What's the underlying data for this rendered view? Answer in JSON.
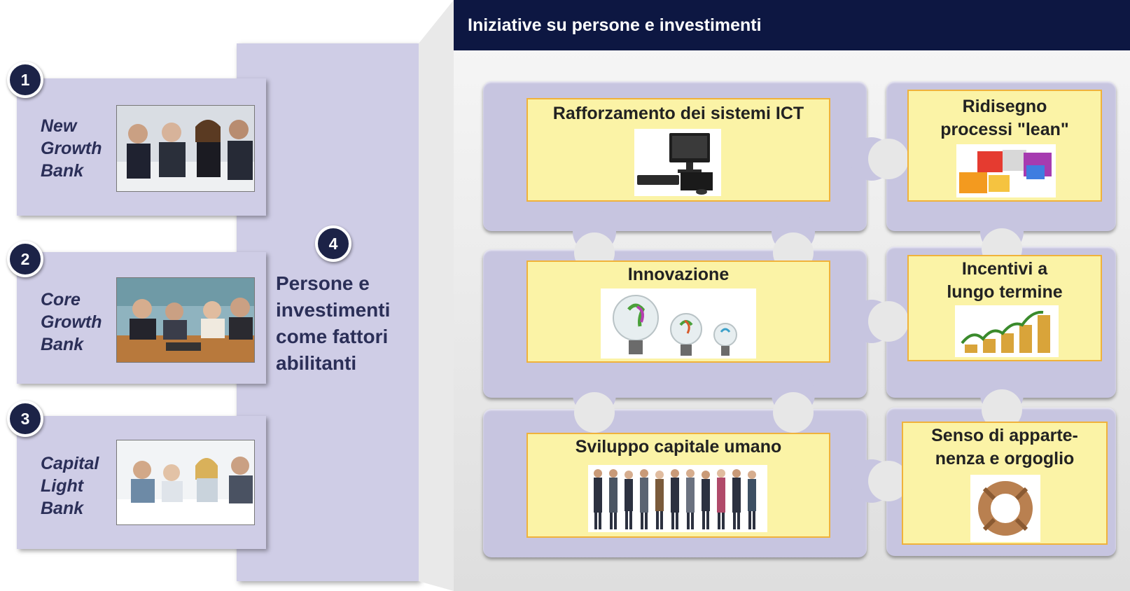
{
  "left_column": {
    "cards": [
      {
        "number": "1",
        "label": "New\nGrowth\nBank"
      },
      {
        "number": "2",
        "label": "Core\nGrowth\nBank"
      },
      {
        "number": "3",
        "label": "Capital\nLight\nBank"
      }
    ],
    "enabler": {
      "number": "4",
      "label": "Persone e\ninvestimenti\ncome fattori\nabilitanti"
    }
  },
  "panel": {
    "title": "Iniziative su persone e investimenti",
    "initiatives": [
      {
        "label": "Rafforzamento dei sistemi ICT",
        "icon": "desktop-computer-icon"
      },
      {
        "label": "Ridisegno\nprocessi \"lean\"",
        "icon": "puzzle-pieces-icon"
      },
      {
        "label": "Innovazione",
        "icon": "light-bulbs-icon"
      },
      {
        "label": "Incentivi a\nlungo termine",
        "icon": "coin-stacks-icon"
      },
      {
        "label": "Sviluppo capitale umano",
        "icon": "people-group-icon"
      },
      {
        "label": "Senso di apparte-\nnenza e orgoglio",
        "icon": "joined-hands-icon"
      }
    ]
  },
  "colors": {
    "header_navy": "#0d1742",
    "badge_navy": "#1c2347",
    "card_lavender": "#cfcde6",
    "puzzle_lavender": "#c7c5e0",
    "box_yellow": "#fbf3a6",
    "box_border_orange": "#f0b23b"
  }
}
